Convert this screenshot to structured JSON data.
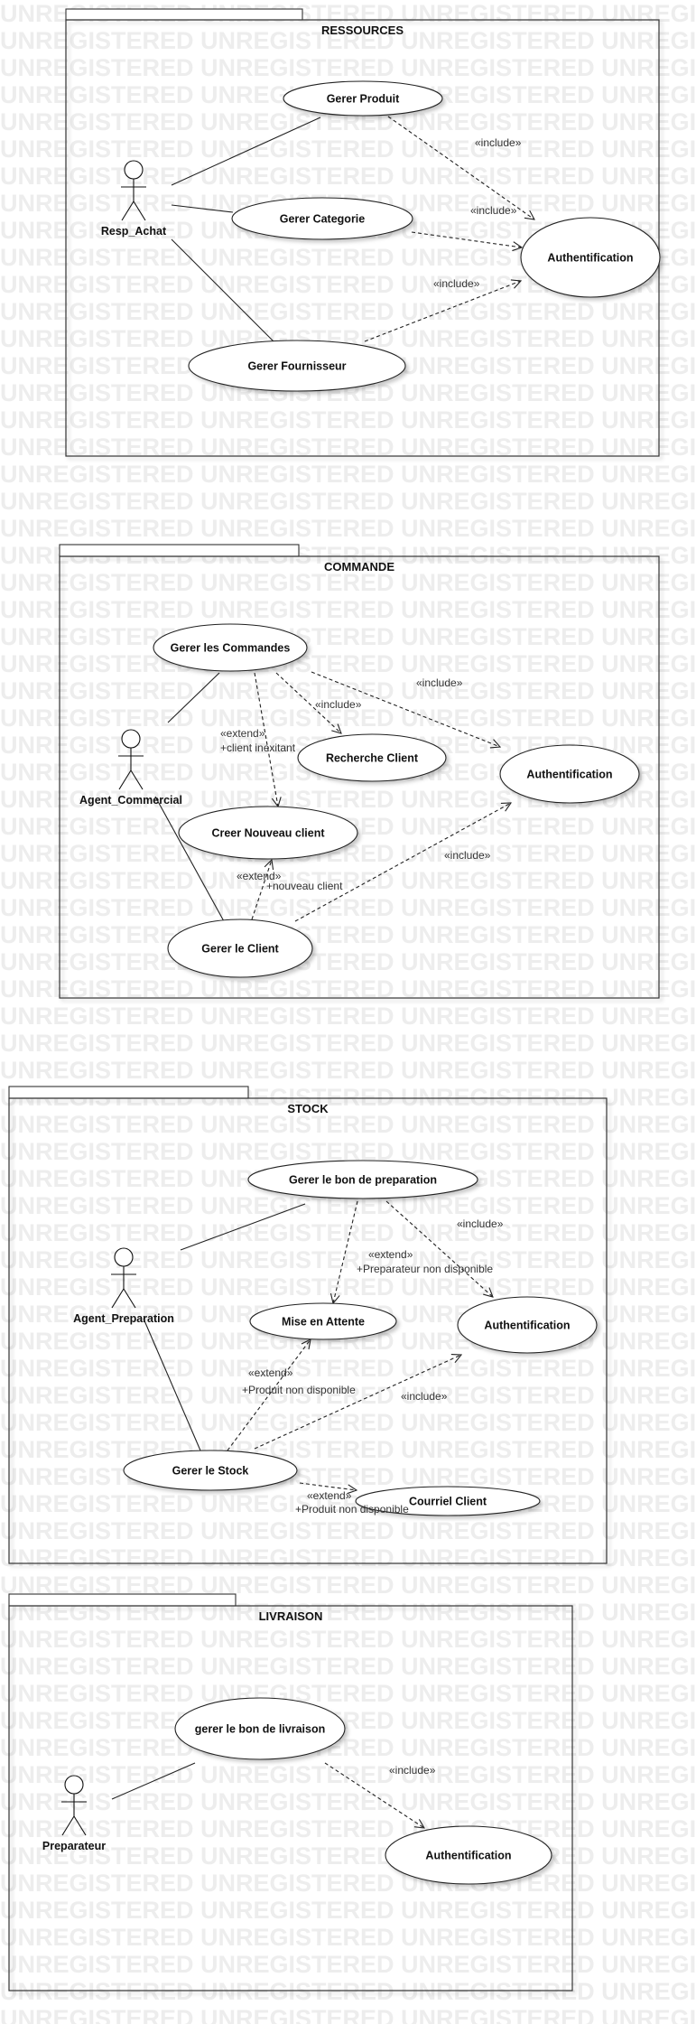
{
  "watermark": "UNREGISTERED",
  "packages": [
    {
      "id": "ressources",
      "name": "RESSOURCES",
      "actors": [
        {
          "id": "resp",
          "name": "Resp_Achat"
        }
      ],
      "use_cases": [
        {
          "id": "gp",
          "label": "Gerer Produit"
        },
        {
          "id": "gc",
          "label": "Gerer Categorie"
        },
        {
          "id": "gf",
          "label": "Gerer Fournisseur"
        },
        {
          "id": "auth1",
          "label": "Authentification"
        }
      ],
      "relations": [
        {
          "kind": "association",
          "from": "resp",
          "to": "gp"
        },
        {
          "kind": "association",
          "from": "resp",
          "to": "gc"
        },
        {
          "kind": "association",
          "from": "resp",
          "to": "gf"
        },
        {
          "kind": "include",
          "from": "gp",
          "to": "auth1",
          "stereotype": "«include»"
        },
        {
          "kind": "include",
          "from": "gc",
          "to": "auth1",
          "stereotype": "«include»"
        },
        {
          "kind": "include",
          "from": "gf",
          "to": "auth1",
          "stereotype": "«include»"
        }
      ]
    },
    {
      "id": "commande",
      "name": "COMMANDE",
      "actors": [
        {
          "id": "agc",
          "name": "Agent_Commercial"
        }
      ],
      "use_cases": [
        {
          "id": "glc",
          "label": "Gerer les Commandes"
        },
        {
          "id": "rc",
          "label": "Recherche Client"
        },
        {
          "id": "auth2",
          "label": "Authentification"
        },
        {
          "id": "cnc",
          "label": "Creer Nouveau client"
        },
        {
          "id": "gcl",
          "label": "Gerer le Client"
        }
      ],
      "relations": [
        {
          "kind": "association",
          "from": "agc",
          "to": "glc"
        },
        {
          "kind": "association",
          "from": "agc",
          "to": "gcl"
        },
        {
          "kind": "include",
          "from": "glc",
          "to": "auth2",
          "stereotype": "«include»"
        },
        {
          "kind": "include",
          "from": "glc",
          "to": "rc",
          "stereotype": "«include»"
        },
        {
          "kind": "extend",
          "from": "glc",
          "to": "cnc",
          "stereotype": "«extend»",
          "condition": "+client inexitant"
        },
        {
          "kind": "extend",
          "from": "gcl",
          "to": "cnc",
          "stereotype": "«extend»",
          "condition": "+nouveau client"
        },
        {
          "kind": "include",
          "from": "gcl",
          "to": "auth2",
          "stereotype": "«include»"
        }
      ]
    },
    {
      "id": "stock",
      "name": "STOCK",
      "actors": [
        {
          "id": "agp",
          "name": "Agent_Preparation"
        }
      ],
      "use_cases": [
        {
          "id": "gbp",
          "label": "Gerer le bon de preparation"
        },
        {
          "id": "mea",
          "label": "Mise en Attente"
        },
        {
          "id": "auth3",
          "label": "Authentification"
        },
        {
          "id": "gls",
          "label": "Gerer le Stock"
        },
        {
          "id": "cc",
          "label": "Courriel Client"
        }
      ],
      "relations": [
        {
          "kind": "association",
          "from": "agp",
          "to": "gbp"
        },
        {
          "kind": "association",
          "from": "agp",
          "to": "gls"
        },
        {
          "kind": "include",
          "from": "gbp",
          "to": "auth3",
          "stereotype": "«include»"
        },
        {
          "kind": "extend",
          "from": "gbp",
          "to": "mea",
          "stereotype": "«extend»",
          "condition": "+Preparateur non disponible"
        },
        {
          "kind": "extend",
          "from": "gls",
          "to": "mea",
          "stereotype": "«extend»",
          "condition": "+Produit non disponible"
        },
        {
          "kind": "include",
          "from": "gls",
          "to": "auth3",
          "stereotype": "«include»"
        },
        {
          "kind": "extend",
          "from": "gls",
          "to": "cc",
          "stereotype": "«extend»",
          "condition": "+Produit non disponible"
        }
      ]
    },
    {
      "id": "livraison",
      "name": "LIVRAISON",
      "actors": [
        {
          "id": "prep",
          "name": "Preparateur"
        }
      ],
      "use_cases": [
        {
          "id": "gbl",
          "label": "gerer le bon de livraison"
        },
        {
          "id": "auth4",
          "label": "Authentification"
        }
      ],
      "relations": [
        {
          "kind": "association",
          "from": "prep",
          "to": "gbl"
        },
        {
          "kind": "include",
          "from": "gbl",
          "to": "auth4",
          "stereotype": "«include»"
        }
      ]
    }
  ]
}
